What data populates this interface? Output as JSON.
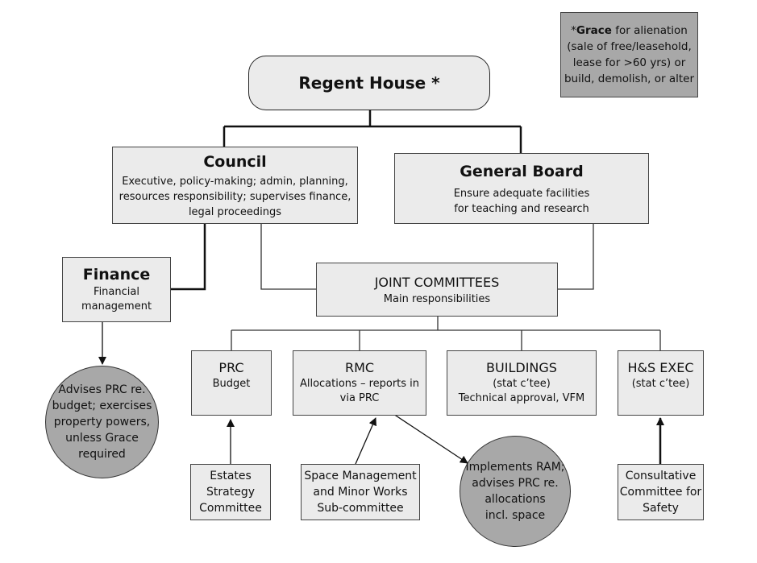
{
  "grace_note": {
    "bold": "Grace",
    "prefix": "*",
    "line1_rest": " for alienation",
    "line2": "(sale of free/leasehold,",
    "line3": "lease for >60 yrs) or",
    "line4": "build, demolish, or alter"
  },
  "regent_house": {
    "title": "Regent House *"
  },
  "council": {
    "title": "Council",
    "lines": [
      "Executive, policy-making; admin, planning,",
      "resources responsibility; supervises finance,",
      "legal proceedings"
    ]
  },
  "general_board": {
    "title": "General Board",
    "lines": [
      "Ensure adequate facilities",
      "for teaching and research"
    ]
  },
  "finance": {
    "title": "Finance",
    "lines": [
      "Financial",
      "management"
    ]
  },
  "joint_committees": {
    "title": "JOINT COMMITTEES",
    "subtitle": "Main responsibilities"
  },
  "prc": {
    "title": "PRC",
    "lines": [
      "Budget"
    ]
  },
  "rmc": {
    "title": "RMC",
    "lines": [
      "Allocations – reports in",
      "via PRC"
    ]
  },
  "buildings": {
    "title": "BUILDINGS",
    "lines": [
      "(stat c’tee)",
      "Technical approval, VFM"
    ]
  },
  "hs_exec": {
    "title": "H&S EXEC",
    "lines": [
      "(stat c’tee)"
    ]
  },
  "finance_circle": {
    "lines": [
      "Advises PRC re.",
      "budget; exercises",
      "property powers,",
      "unless Grace",
      "required"
    ]
  },
  "ram_circle": {
    "lines": [
      "Implements RAM;",
      "advises PRC re.",
      "allocations",
      "incl. space"
    ]
  },
  "estates": {
    "lines": [
      "Estates",
      "Strategy",
      "Committee"
    ]
  },
  "space_mgmt": {
    "lines": [
      "Space Management",
      "and Minor Works",
      "Sub-committee"
    ]
  },
  "consultative": {
    "lines": [
      "Consultative",
      "Committee for",
      "Safety"
    ]
  },
  "colors": {
    "box_fill": "#ebebeb",
    "note_fill": "#a8a8a8",
    "circle_fill": "#a8a8a8",
    "line": "#111111"
  }
}
